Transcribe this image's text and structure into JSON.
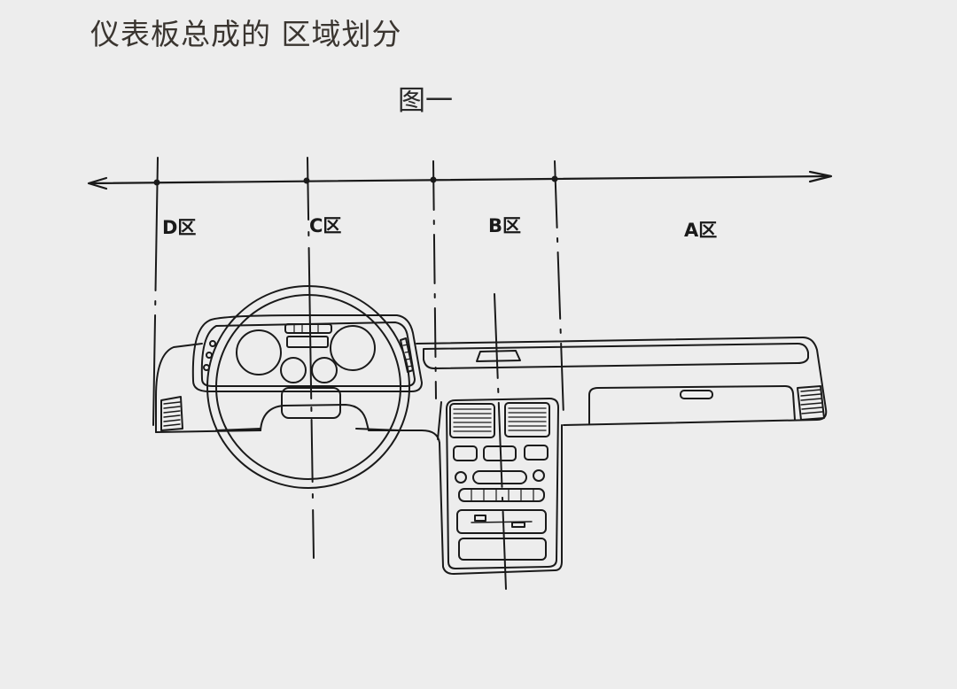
{
  "page_title": "仪表板总成的 区域划分",
  "figure_caption": "图一",
  "zones": {
    "d": "D区",
    "c": "C区",
    "b": "B区",
    "a": "A区"
  },
  "colors": {
    "background": "#ededed",
    "line": "#1a1a1a",
    "title": "#3a3530"
  }
}
